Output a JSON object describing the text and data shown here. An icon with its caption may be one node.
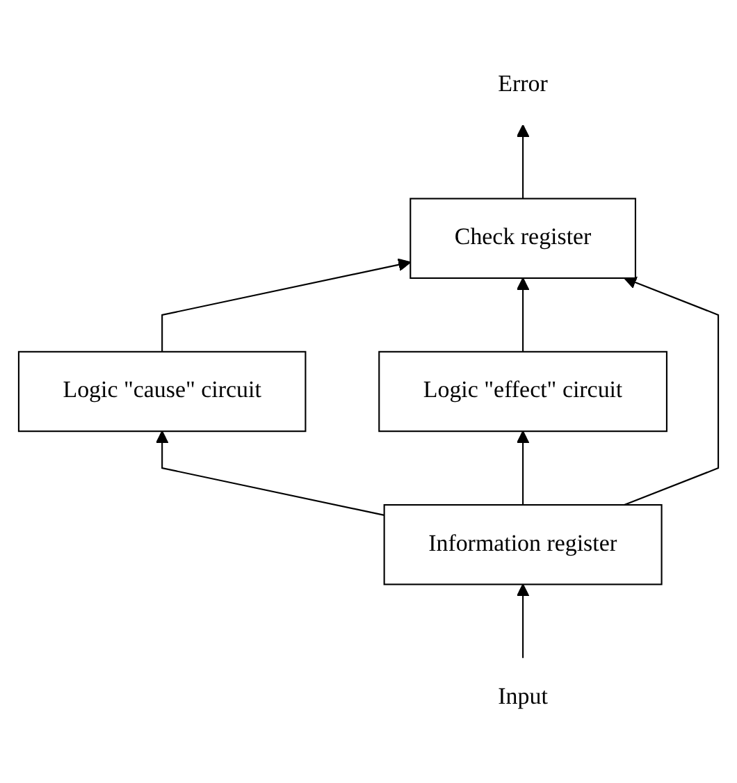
{
  "diagram": {
    "nodes": [
      {
        "text": [
          "Check register"
        ]
      },
      {
        "text": [
          "Logic \"cause\" circuit"
        ]
      },
      {
        "text": [
          "Logic \"effect\" circuit"
        ]
      },
      {
        "text": [
          "Information register"
        ]
      },
      {
        "text": [
          "Error"
        ]
      },
      {
        "text": [
          "Input"
        ]
      }
    ],
    "edges": [
      {
        "from": 3,
        "to": 1,
        "arrow": "to"
      },
      {
        "from": 3,
        "to": 2,
        "arrow": "to"
      },
      {
        "from": 1,
        "to": 0,
        "arrow": "to"
      },
      {
        "from": 2,
        "to": 0,
        "arrow": "to"
      },
      {
        "from": 3,
        "to": 0,
        "arrow": "to"
      },
      {
        "from": 0,
        "to": 4,
        "arrow": "to"
      },
      {
        "from": 5,
        "to": 3,
        "arrow": "to"
      }
    ]
  }
}
